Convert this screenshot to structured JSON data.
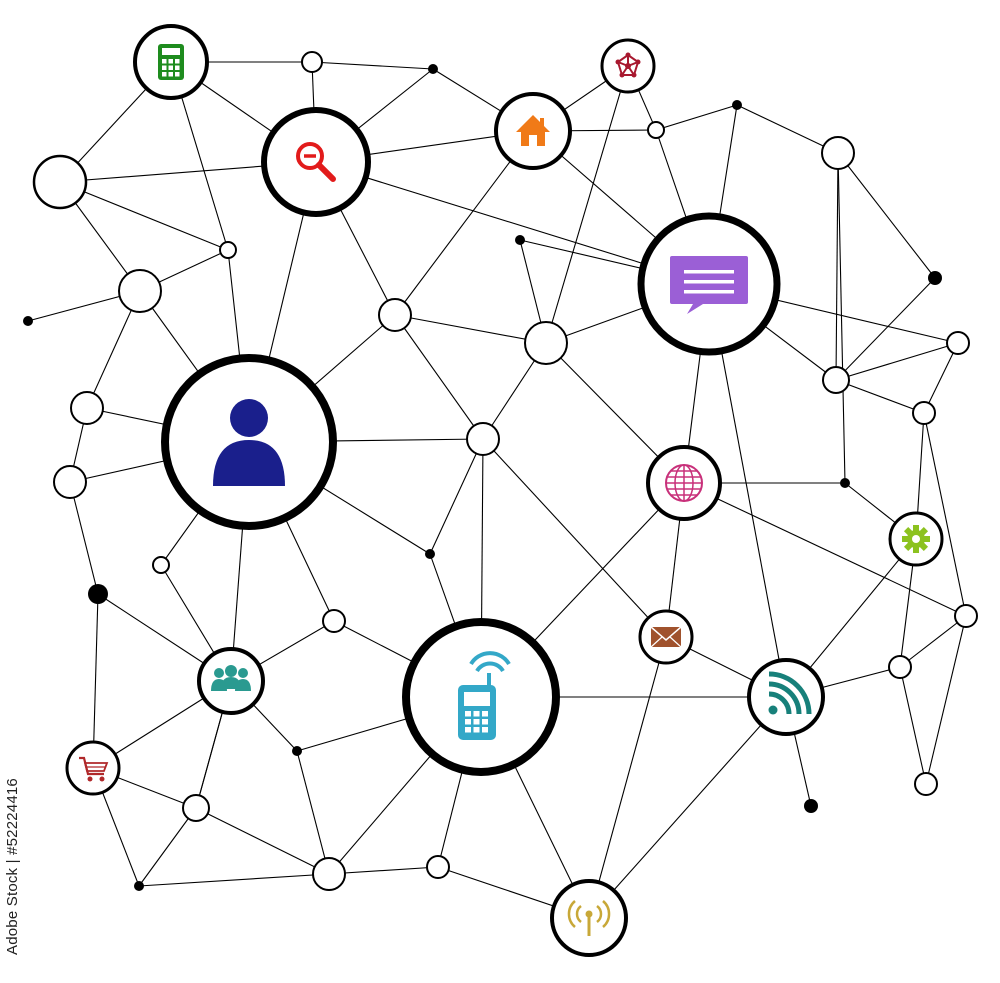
{
  "stock_id": "Adobe Stock | #52224416",
  "colors": {
    "line": "#000000",
    "ring": "#000000",
    "node_fill": "#ffffff",
    "calculator": "#1e8c1e",
    "search": "#e21b1b",
    "home": "#f07a18",
    "network": "#a8182f",
    "chat": "#9b5fd6",
    "user": "#1a1f8c",
    "globe": "#c8307a",
    "settings": "#8cc21f",
    "mail": "#a0522d",
    "rss": "#17807a",
    "mobile": "#33a8c8",
    "group": "#2a9a90",
    "cart": "#b0282a",
    "broadcast": "#c8a838"
  },
  "icons": [
    {
      "id": "calculator",
      "name": "calculator-icon"
    },
    {
      "id": "search",
      "name": "search-zoom-out-icon"
    },
    {
      "id": "home",
      "name": "home-icon"
    },
    {
      "id": "network",
      "name": "network-icon"
    },
    {
      "id": "chat",
      "name": "chat-bubble-icon"
    },
    {
      "id": "user",
      "name": "user-icon"
    },
    {
      "id": "globe",
      "name": "globe-icon"
    },
    {
      "id": "settings",
      "name": "gear-icon"
    },
    {
      "id": "mail",
      "name": "envelope-icon"
    },
    {
      "id": "rss",
      "name": "rss-feed-icon"
    },
    {
      "id": "mobile",
      "name": "mobile-phone-icon"
    },
    {
      "id": "group",
      "name": "group-users-icon"
    },
    {
      "id": "cart",
      "name": "shopping-cart-icon"
    },
    {
      "id": "broadcast",
      "name": "antenna-broadcast-icon"
    }
  ]
}
